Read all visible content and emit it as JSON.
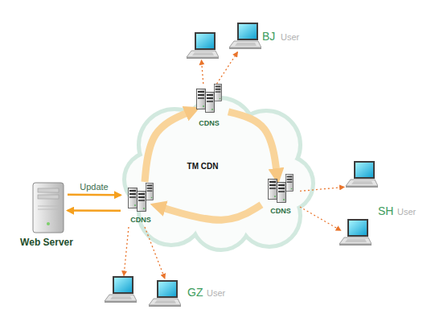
{
  "diagram": {
    "nodes": [
      {
        "text": [
          "BJ",
          "User"
        ]
      },
      {
        "text": [
          "CDNS"
        ]
      },
      {
        "text": [
          "TM CDN"
        ]
      },
      {
        "text": [
          "CDNS"
        ]
      },
      {
        "text": [
          "SH",
          "User"
        ]
      },
      {
        "text": [
          "Web Server"
        ]
      },
      {
        "text": [
          "CDNS"
        ]
      },
      {
        "text": [
          "GZ",
          "User"
        ]
      }
    ],
    "edges": [
      {
        "from": 5,
        "to": 6,
        "label": "Update",
        "arrow": "to"
      },
      {
        "from": 6,
        "to": 5,
        "arrow": "to"
      },
      {
        "from": 6,
        "to": 1,
        "arrow": "to"
      },
      {
        "from": 1,
        "to": 3,
        "arrow": "to"
      },
      {
        "from": 3,
        "to": 6,
        "arrow": "to"
      },
      {
        "from": 1,
        "to": 0,
        "arrow": "to"
      },
      {
        "from": 3,
        "to": 4,
        "arrow": "to"
      },
      {
        "from": 6,
        "to": 7,
        "arrow": "to"
      }
    ]
  }
}
